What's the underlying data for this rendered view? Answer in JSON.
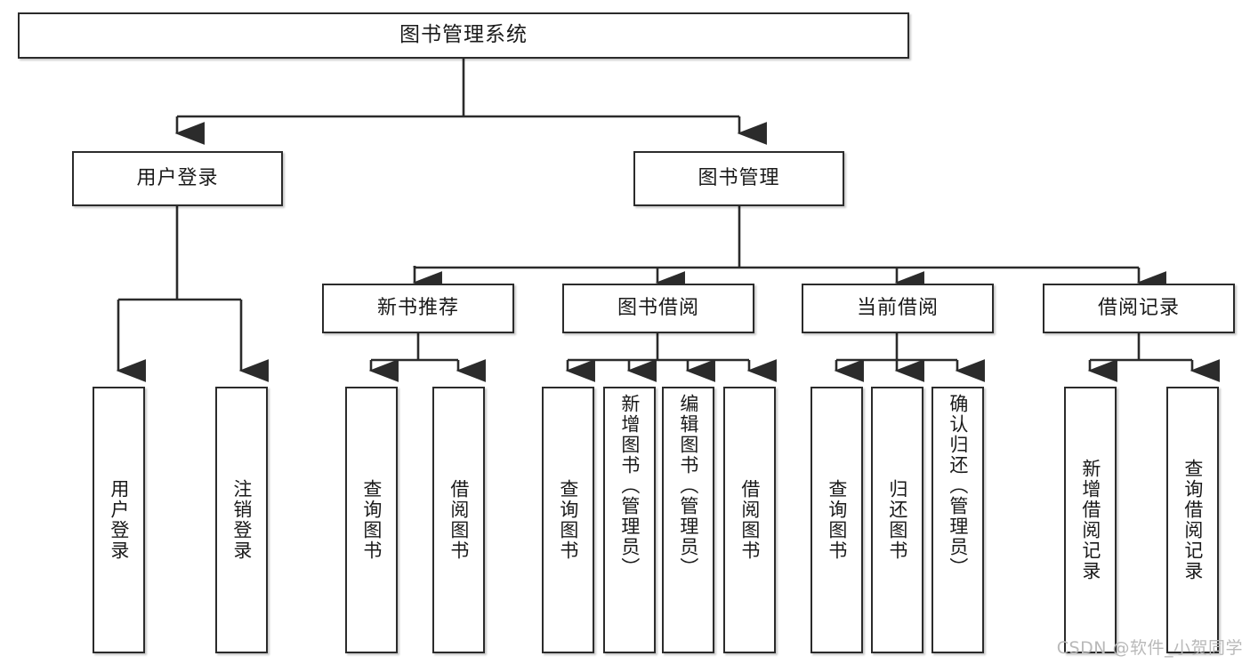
{
  "diagram": {
    "title": "图书管理系统",
    "type": "tree-hierarchy",
    "watermark": "CSDN @软件_小贺同学",
    "colors": {
      "box_border": "#2b2b2b",
      "box_fill": "#ffffff",
      "connector": "#2b2b2b",
      "text": "#1a1a1a",
      "watermark": "#b9b9b9",
      "background": "#ffffff"
    },
    "root": {
      "label": "图书管理系统"
    },
    "level2": [
      {
        "label": "用户登录"
      },
      {
        "label": "图书管理"
      }
    ],
    "level3": [
      {
        "label": "新书推荐"
      },
      {
        "label": "图书借阅"
      },
      {
        "label": "当前借阅"
      },
      {
        "label": "借阅记录"
      }
    ],
    "leaves": {
      "user_login": [
        {
          "label": "用户登录"
        },
        {
          "label": "注销登录"
        }
      ],
      "new_book_recommend": [
        {
          "label": "查询图书"
        },
        {
          "label": "借阅图书"
        }
      ],
      "book_borrow": [
        {
          "label": "查询图书"
        },
        {
          "label": "新增图书（管理员）"
        },
        {
          "label": "编辑图书（管理员）"
        },
        {
          "label": "借阅图书"
        }
      ],
      "current_borrow": [
        {
          "label": "查询图书"
        },
        {
          "label": "归还图书"
        },
        {
          "label": "确认归还（管理员）"
        }
      ],
      "borrow_record": [
        {
          "label": "新增借阅记录"
        },
        {
          "label": "查询借阅记录"
        }
      ]
    }
  }
}
